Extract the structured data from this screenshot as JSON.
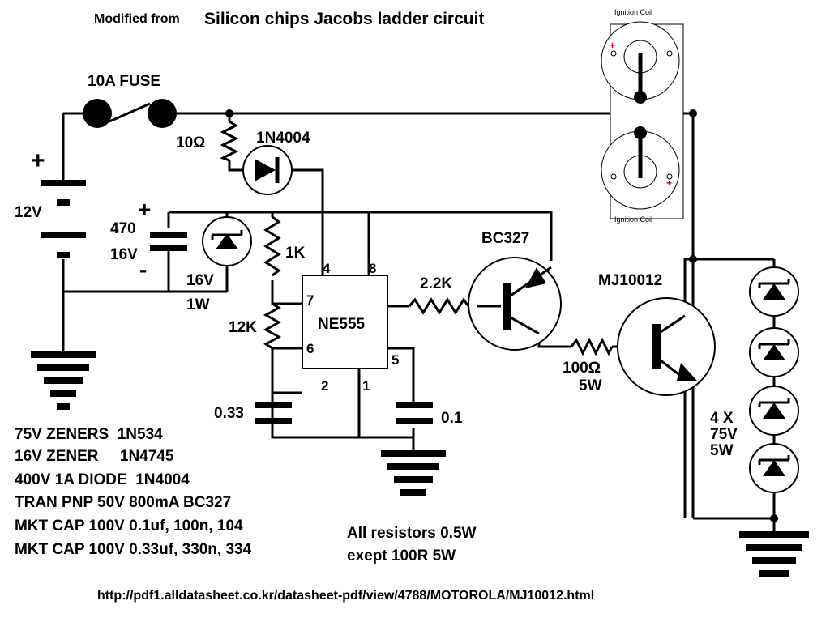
{
  "title": {
    "prefix": "Modified from",
    "main": "Silicon chips Jacobs ladder circuit"
  },
  "fuse_label": "10A FUSE",
  "battery": {
    "plus": "+",
    "label": "12V"
  },
  "resistors": {
    "r10": "10Ω",
    "r1k": "1K",
    "r12k": "12K",
    "r22k": "2.2K",
    "r100": "100Ω",
    "r100w": "5W"
  },
  "diode_label": "1N4004",
  "cap470": {
    "plus": "+",
    "value": "470",
    "voltage": "16V",
    "minus": "-"
  },
  "zener16": {
    "volts": "16V",
    "watts": "1W"
  },
  "ic": {
    "name": "NE555",
    "pins": [
      "4",
      "8",
      "7",
      "6",
      "2",
      "1",
      "5"
    ]
  },
  "caps": {
    "c033": "0.33",
    "c01": "0.1"
  },
  "transistors": {
    "bc327": "BC327",
    "mj": "MJ10012"
  },
  "coil_label": "Ignition Coil",
  "coil_plus": "+",
  "zener_stack": {
    "count": "4 X",
    "volts": "75V",
    "watts": "5W"
  },
  "parts_list": [
    "75V ZENERS  1N534",
    "16V ZENER     1N4745",
    "400V 1A DIODE  1N4004",
    "TRAN PNP 50V 800mA BC327",
    "MKT CAP 100V 0.1uf, 100n, 104",
    "MKT CAP 100V 0.33uf, 330n, 334"
  ],
  "note": {
    "line1": "All resistors 0.5W",
    "line2": "exept 100R 5W"
  },
  "url": "http://pdf1.alldatasheet.co.kr/datasheet-pdf/view/4788/MOTOROLA/MJ10012.html"
}
